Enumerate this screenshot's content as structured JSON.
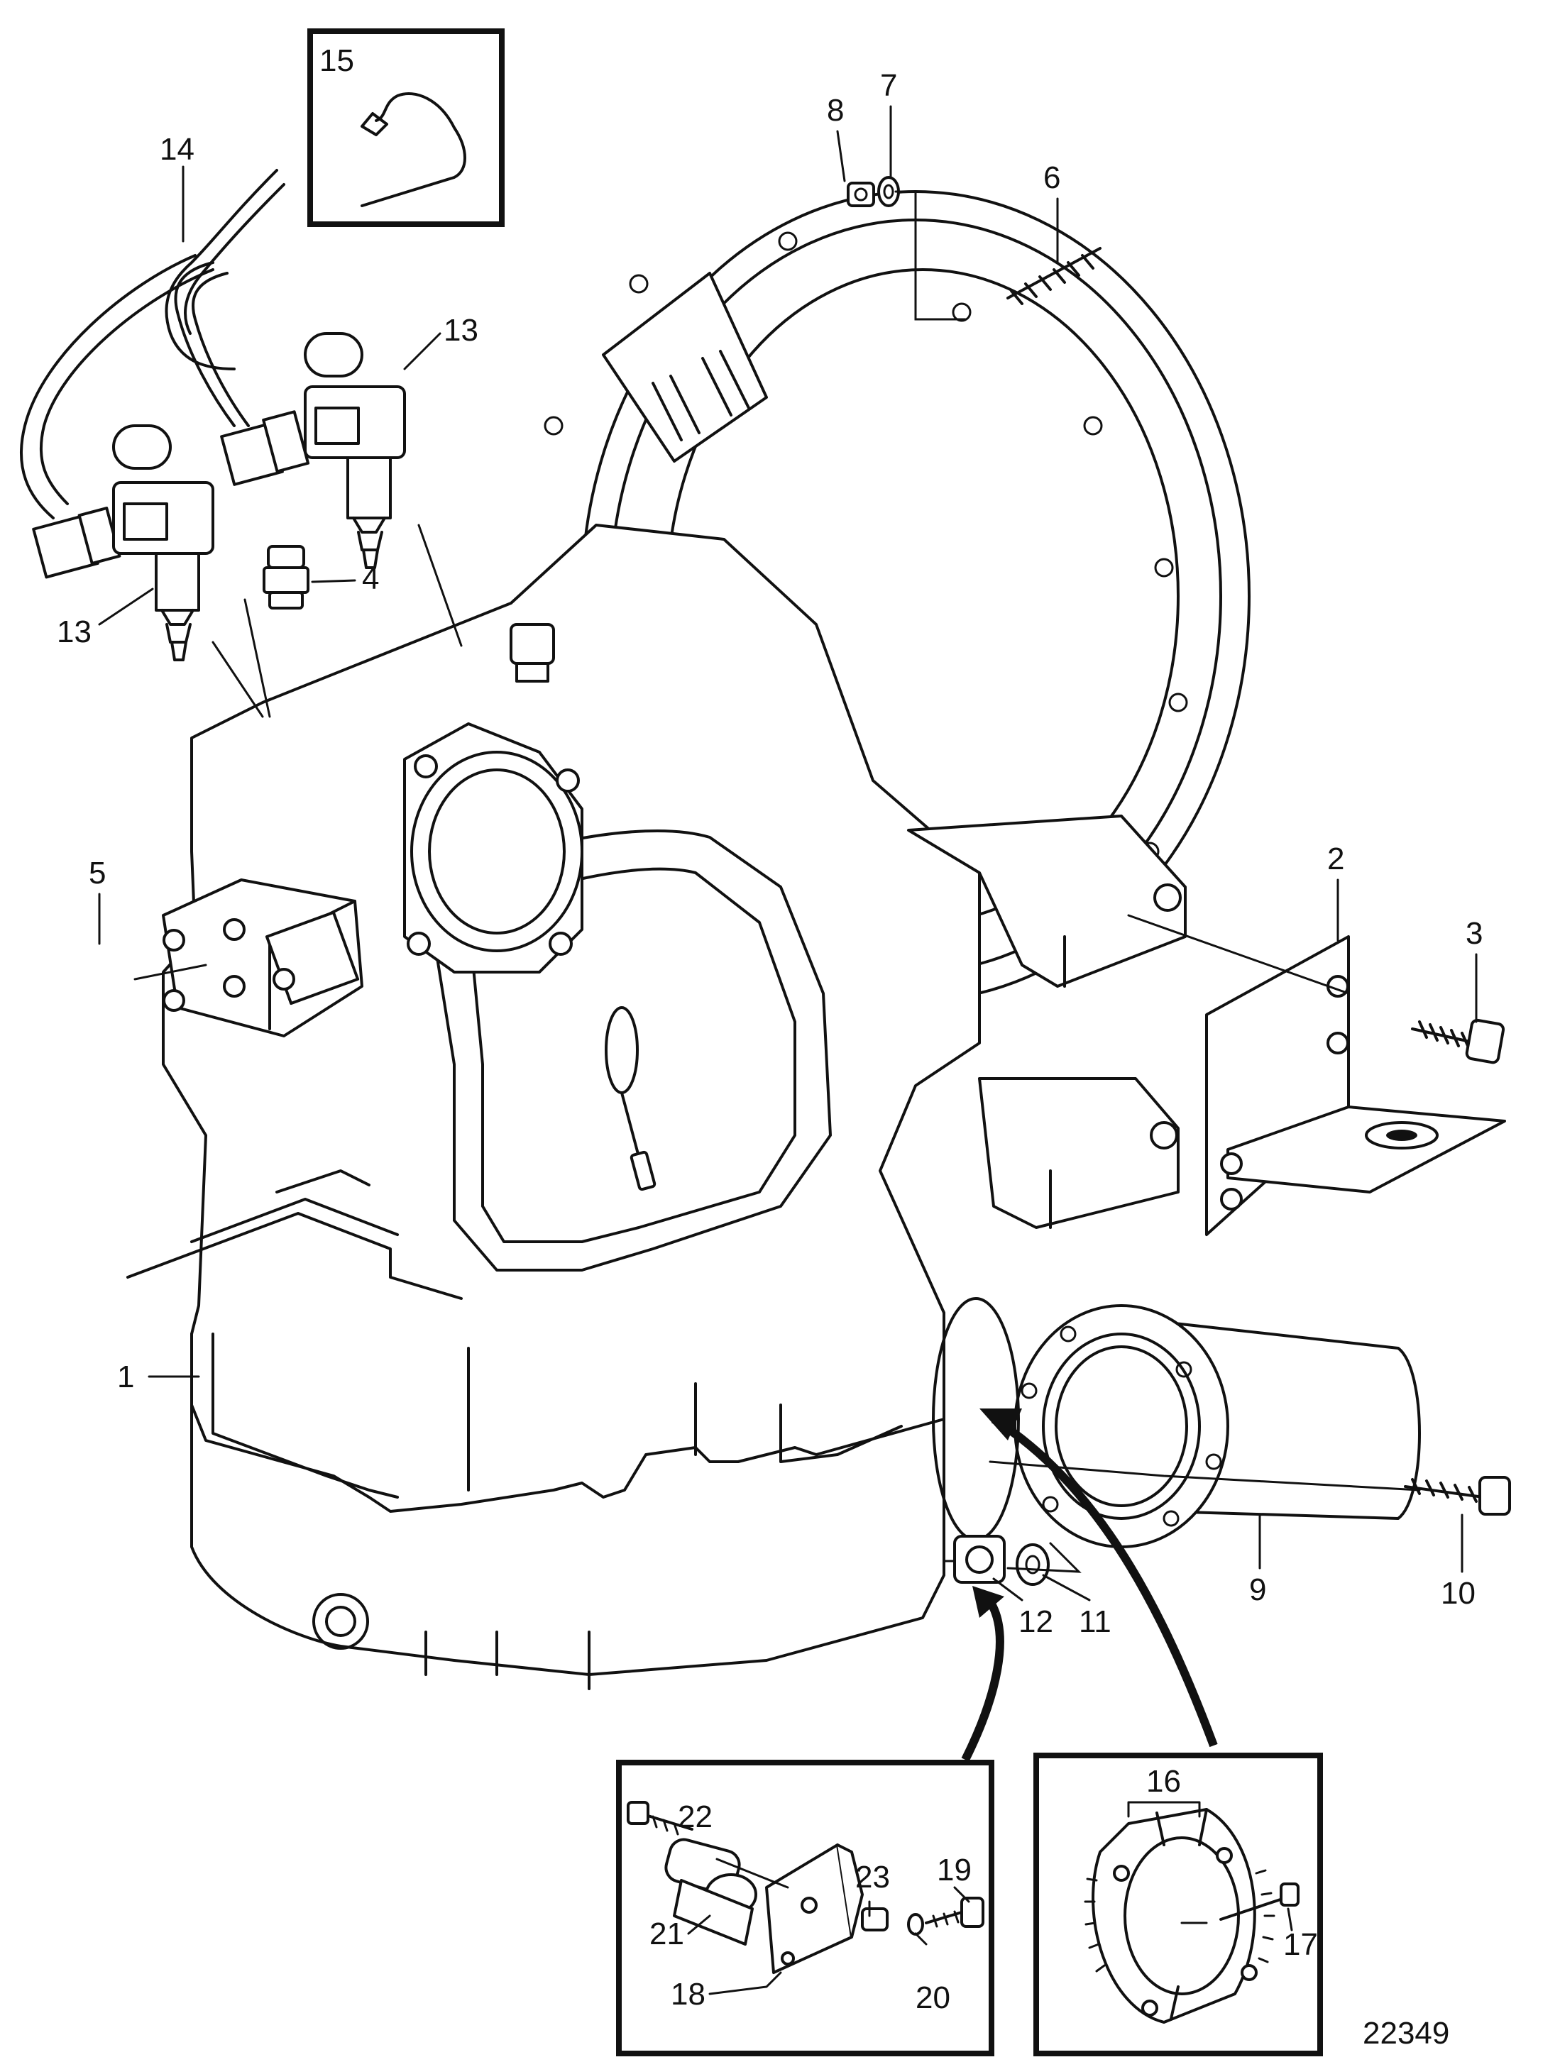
{
  "drawing_number": "22349",
  "callouts": {
    "c1": "1",
    "c2": "2",
    "c3": "3",
    "c4": "4",
    "c5": "5",
    "c6": "6",
    "c7": "7",
    "c8": "8",
    "c9": "9",
    "c10": "10",
    "c11": "11",
    "c12": "12",
    "c13a": "13",
    "c13b": "13",
    "c14": "14",
    "c15": "15",
    "c16": "16",
    "c17": "17",
    "c18": "18",
    "c19": "19",
    "c20": "20",
    "c21": "21",
    "c22": "22",
    "c23": "23"
  }
}
